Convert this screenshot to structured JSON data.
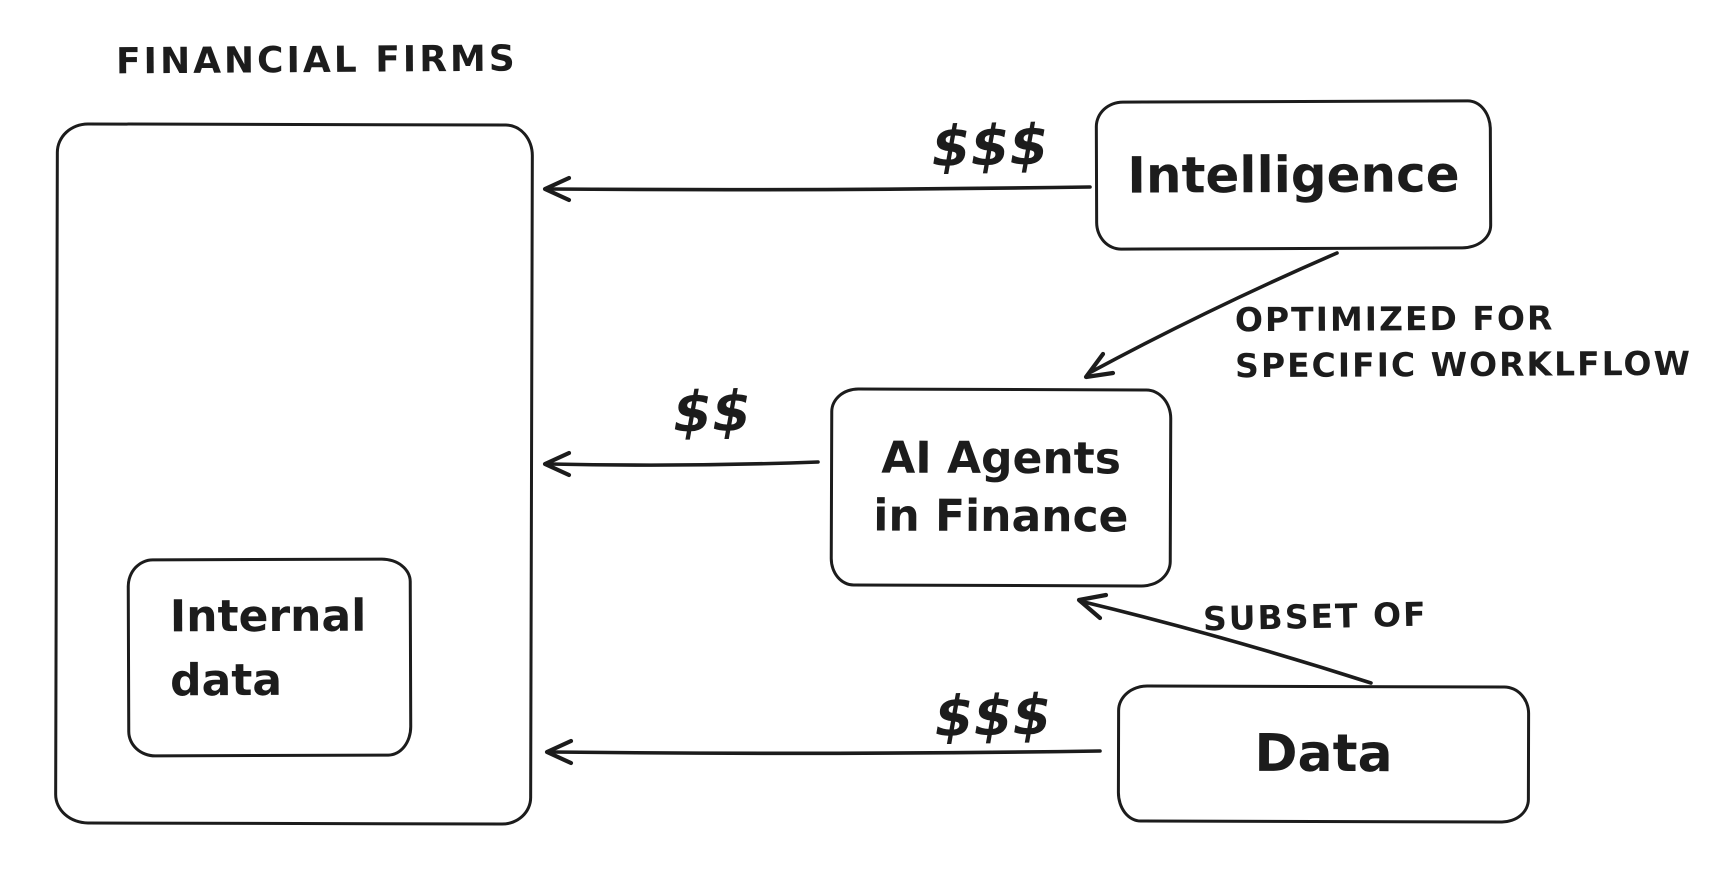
{
  "colors": {
    "ink": "#1c1c1c",
    "background": "#ffffff"
  },
  "title": "FINANCIAL FIRMS",
  "boxes": {
    "internal_data": {
      "line1": "Internal",
      "line2": "data"
    },
    "intelligence": {
      "label": "Intelligence"
    },
    "ai_agents": {
      "line1": "AI Agents",
      "line2": "in Finance"
    },
    "data": {
      "label": "Data"
    }
  },
  "edges": {
    "intelligence_to_firms": {
      "label": "$$$"
    },
    "intelligence_to_agents": {
      "line1": "OPTIMIZED FOR",
      "line2": "SPECIFIC WORKLFLOW"
    },
    "agents_to_firms": {
      "label": "$$"
    },
    "data_to_agents": {
      "label": "SUBSET OF"
    },
    "data_to_firms": {
      "label": "$$$"
    }
  }
}
